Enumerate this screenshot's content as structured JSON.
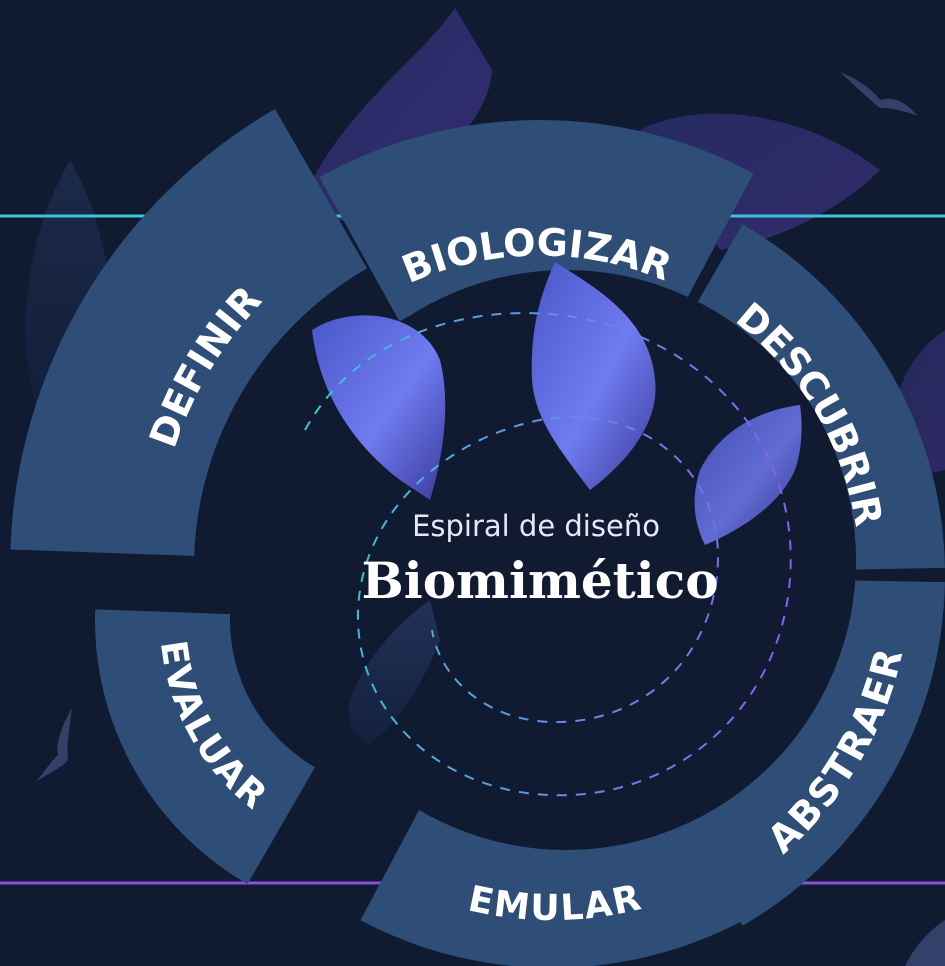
{
  "diagram": {
    "subtitle": "Espiral de diseño",
    "title": "Biomimético",
    "stages": [
      {
        "label": "BIOLOGIZAR"
      },
      {
        "label": "DESCUBRIR"
      },
      {
        "label": "ABSTRAER"
      },
      {
        "label": "EMULAR"
      },
      {
        "label": "EVALUAR"
      },
      {
        "label": "DEFINIR"
      }
    ]
  },
  "colors": {
    "background": "#101a30",
    "segment": "#2e4e78",
    "cyan_line": "#39c6d6",
    "purple_line": "#8b4fe0",
    "feather_light": "#6f7bf0",
    "feather_dark": "#2e2a6e"
  },
  "icons": [
    "feather-icon",
    "bird-icon"
  ]
}
